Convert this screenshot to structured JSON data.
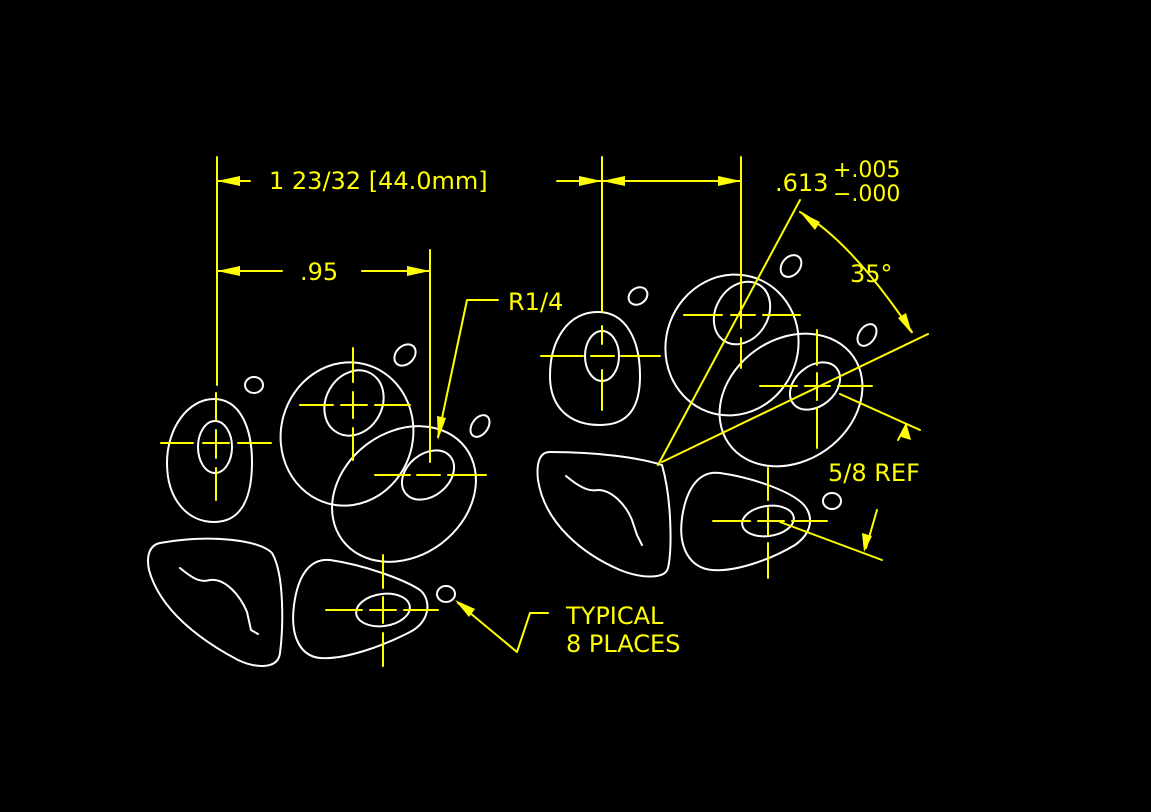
{
  "colors": {
    "background": "#000000",
    "geometry": "#ffffff",
    "dimension": "#ffff00"
  },
  "dimensions": {
    "overall_width": "1 23/32 [44.0mm]",
    "toe_spacing": ".95",
    "pad_corner_radius": "R1/4",
    "toe_offset_value": ".613",
    "toe_offset_tol_plus": "+.005",
    "toe_offset_tol_minus": "−.000",
    "angle": "35°",
    "reference_length": "5/8 REF"
  },
  "notes": {
    "typical_line1": "TYPICAL",
    "typical_line2": "8 PLACES"
  }
}
